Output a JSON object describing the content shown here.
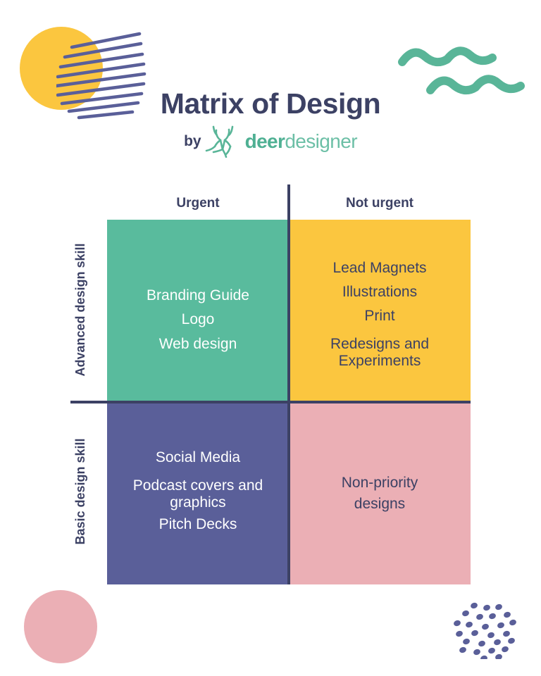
{
  "header": {
    "title": "Matrix of Design",
    "byline_prefix": "by",
    "brand_bold": "deer",
    "brand_light": "designer",
    "logo_icon": "deer-head-icon"
  },
  "matrix": {
    "column_headers": [
      "Urgent",
      "Not urgent"
    ],
    "row_headers": [
      "Advanced design skill",
      "Basic design skill"
    ],
    "quadrants": [
      {
        "id": "urgent-advanced",
        "column": "Urgent",
        "row": "Advanced design skill",
        "background": "#59BB9D",
        "text_color": "#FFFFFF",
        "items": [
          "Branding Guide",
          "Logo",
          "Web design"
        ]
      },
      {
        "id": "noturgent-advanced",
        "column": "Not urgent",
        "row": "Advanced design skill",
        "background": "#FBC63F",
        "text_color": "#3C4164",
        "items": [
          "Lead Magnets",
          "Illustrations",
          "Print",
          "Redesigns and Experiments"
        ]
      },
      {
        "id": "urgent-basic",
        "column": "Urgent",
        "row": "Basic design skill",
        "background": "#5A5F99",
        "text_color": "#FFFFFF",
        "items": [
          "Social Media",
          "Podcast covers and graphics",
          "Pitch Decks"
        ]
      },
      {
        "id": "noturgent-basic",
        "column": "Not urgent",
        "row": "Basic design skill",
        "background": "#EBAFB5",
        "text_color": "#3C4164",
        "items": [
          "Non-priority designs"
        ]
      }
    ]
  },
  "decorations": [
    {
      "name": "yellow-circle-deco",
      "color": "#FBC63F"
    },
    {
      "name": "hatch-lines-deco",
      "color": "#5A5F99"
    },
    {
      "name": "green-waves-deco",
      "color": "#59B598"
    },
    {
      "name": "pink-circle-deco",
      "color": "#EBAFB5"
    },
    {
      "name": "dot-cluster-deco",
      "color": "#5A5F99"
    }
  ],
  "colors": {
    "navy": "#3C4164",
    "green": "#59BB9D",
    "yellow": "#FBC63F",
    "purple": "#5A5F99",
    "pink": "#EBAFB5",
    "brand_green": "#4FB093",
    "background": "#FFFFFF"
  }
}
